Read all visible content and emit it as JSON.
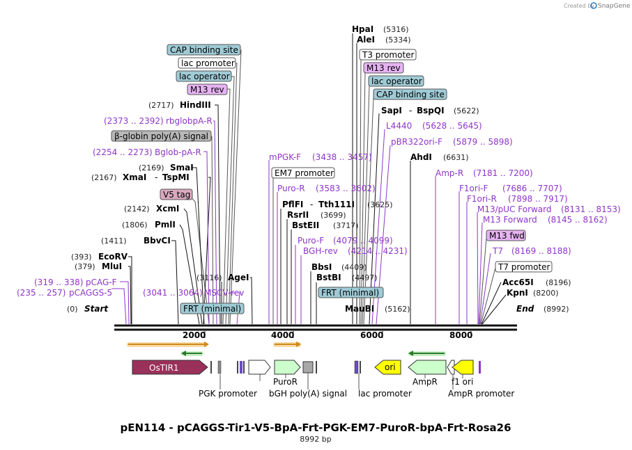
{
  "credit": {
    "text": "Created by",
    "brand": "SnapGene"
  },
  "title": "pEN114 - pCAGGS-Tir1-V5-BpA-Frt-PGK-EM7-PuroR-bpA-Frt-Rosa26",
  "subtitle": "8992 bp",
  "ruler": {
    "ticks": [
      "2000",
      "4000",
      "6000",
      "8000"
    ]
  },
  "labels": {
    "start": "(0)",
    "start_name": "Start",
    "end_name": "End",
    "end_pos": "(8992)",
    "hpai": "HpaI",
    "hpai_pos": "(5316)",
    "alei": "AleI",
    "alei_pos": "(5334)",
    "t3_promoter": "T3 promoter",
    "m13_rev_right": "M13 rev",
    "lac_operator_right": "lac operator",
    "cap_right": "CAP binding site",
    "sapi": "SapI",
    "dash1": "-",
    "bspqi": "BspQI",
    "sapi_pos": "(5622)",
    "l4440": "L4440",
    "l4440_pos": "(5628 .. 5645)",
    "pbr322": "pBR322ori-F",
    "pbr322_pos": "(5879 .. 5898)",
    "ahdi": "AhdI",
    "ahdi_pos": "(6631)",
    "ampr_primer": "Amp-R",
    "ampr_primer_pos": "(7181 .. 7200)",
    "f1ori_f": "F1ori-F",
    "f1ori_f_pos": "(7686 .. 7707)",
    "f1ori_r": "F1ori-R",
    "f1ori_r_pos": "(7898 .. 7917)",
    "m13puc": "M13/pUC Forward",
    "m13puc_pos": "(8131 .. 8153)",
    "m13fwd_primer": "M13 Forward",
    "m13fwd_primer_pos": "(8145 .. 8162)",
    "m13_fwd_tag": "M13 fwd",
    "t7_primer": "T7",
    "t7_primer_pos": "(8169 .. 8188)",
    "t7_promoter": "T7 promoter",
    "acc65i": "Acc65I",
    "acc65i_pos": "(8196)",
    "kpni": "KpnI",
    "kpni_pos": "(8200)",
    "maubi": "MauBI",
    "maubi_pos": "(5162)",
    "frt_right": "FRT (minimal)",
    "bstbi": "BstBI",
    "bstbi_pos": "(4497)",
    "bbsi": "BbsI",
    "bbsi_pos": "(4409)",
    "bgh_rev": "BGH-rev",
    "bgh_rev_pos": "(4214 .. 4231)",
    "puro_f": "Puro-F",
    "puro_f_pos": "(4079 .. 4099)",
    "bsteii": "BstEII",
    "bsteii_pos": "(3717)",
    "rsrii": "RsrII",
    "rsrii_pos": "(3699)",
    "pflfi": "PflFI",
    "dash2": "-",
    "tth111i": "Tth111I",
    "pflfi_pos": "(3625)",
    "puro_r": "Puro-R",
    "puro_r_pos": "(3583 .. 3602)",
    "em7": "EM7 promoter",
    "mpgk": "mPGK-F",
    "mpgk_pos": "(3438 .. 3457)",
    "cap_left": "CAP binding site",
    "lac_promoter_left": "lac promoter",
    "lac_operator_left": "lac operator",
    "m13_rev_left": "M13 rev",
    "hindiii_pos": "(2717)",
    "hindiii": "HindIII",
    "rbglobpa_pos": "(2373 .. 2392)",
    "rbglobpa": "rbglobpA-R",
    "bglobin": "β-globin poly(A) signal",
    "bglob_pos": "(2254 .. 2273)",
    "bglob": "Bglob-pA-R",
    "smai_pos": "(2169)",
    "smai": "SmaI",
    "xmai_pos": "(2167)",
    "xmai": "XmaI",
    "dash3": "-",
    "tspmi": "TspMI",
    "v5": "V5 tag",
    "xcmi_pos": "(2142)",
    "xcmi": "XcmI",
    "pmli_pos": "(1806)",
    "pmli": "PmlI",
    "bbvci_pos": "(1411)",
    "bbvci": "BbvCI",
    "ecorv_pos": "(393)",
    "ecorv": "EcoRV",
    "mlui_pos": "(379)",
    "mlui": "MluI",
    "pcagf_pos": "(319 .. 338)",
    "pcagf": "pCAG-F",
    "pcaggs5_pos": "(235 .. 257)",
    "pcaggs5": "pCAGGS-5",
    "agei_pos": "(3116)",
    "agei": "AgeI",
    "mscv_pos": "(3041 .. 3064)",
    "mscv": "MSCV-rev",
    "frt_left": "FRT (minimal)"
  },
  "features": {
    "ostir1": "OsTIR1",
    "ori": "ori",
    "puror": "PuroR",
    "ampr": "AmpR",
    "f1ori": "f1 ori",
    "pgk": "PGK promoter",
    "bgh": "bGH poly(A) signal",
    "lacpro": "lac promoter",
    "amprpro": "AmpR promoter"
  },
  "colors": {
    "primer": "#8e35c8",
    "ostir1": "#99315a",
    "tag_blue": "#9fcbd6",
    "tag_purple": "#e6b3f2",
    "tag_grey": "#b8b8b8",
    "tag_pink": "#d9a9c0",
    "ori": "#ffff00",
    "puror": "#ccffcc",
    "orf_orange": "#f0a030",
    "orf_green": "#3a8a3a",
    "brand": "#2a7cc7"
  }
}
